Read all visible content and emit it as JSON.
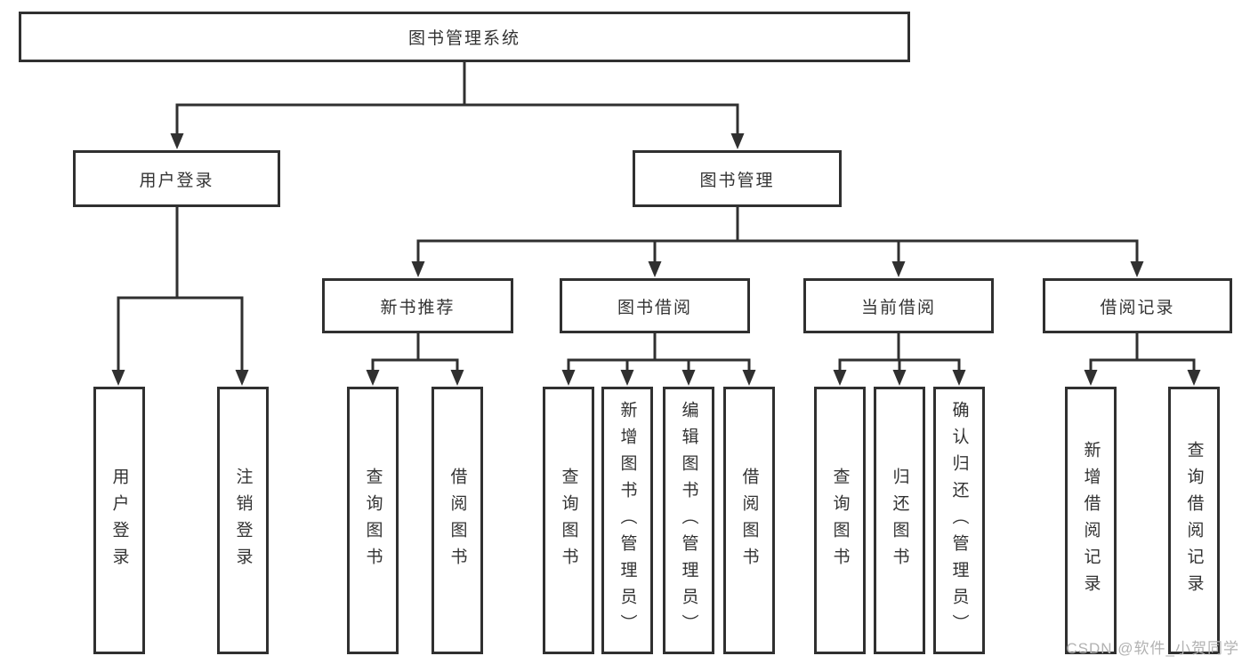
{
  "tree": {
    "root": {
      "label": "图书管理系统",
      "children": [
        {
          "label": "用户登录",
          "children": [
            {
              "label": "用户登录"
            },
            {
              "label": "注销登录"
            }
          ]
        },
        {
          "label": "图书管理",
          "children": [
            {
              "label": "新书推荐",
              "children": [
                {
                  "label": "查询图书"
                },
                {
                  "label": "借阅图书"
                }
              ]
            },
            {
              "label": "图书借阅",
              "children": [
                {
                  "label": "查询图书"
                },
                {
                  "label": "新增图书（管理员）"
                },
                {
                  "label": "编辑图书（管理员）"
                },
                {
                  "label": "借阅图书"
                }
              ]
            },
            {
              "label": "当前借阅",
              "children": [
                {
                  "label": "查询图书"
                },
                {
                  "label": "归还图书"
                },
                {
                  "label": "确认归还（管理员）"
                }
              ]
            },
            {
              "label": "借阅记录",
              "children": [
                {
                  "label": "新增借阅记录"
                },
                {
                  "label": "查询借阅记录"
                }
              ]
            }
          ]
        }
      ]
    }
  },
  "watermark": "CSDN @软件_小贺同学",
  "colors": {
    "line": "#303030",
    "box_border": "#303030",
    "text": "#333333",
    "watermark": "#b2b2b2",
    "background": "#ffffff"
  }
}
